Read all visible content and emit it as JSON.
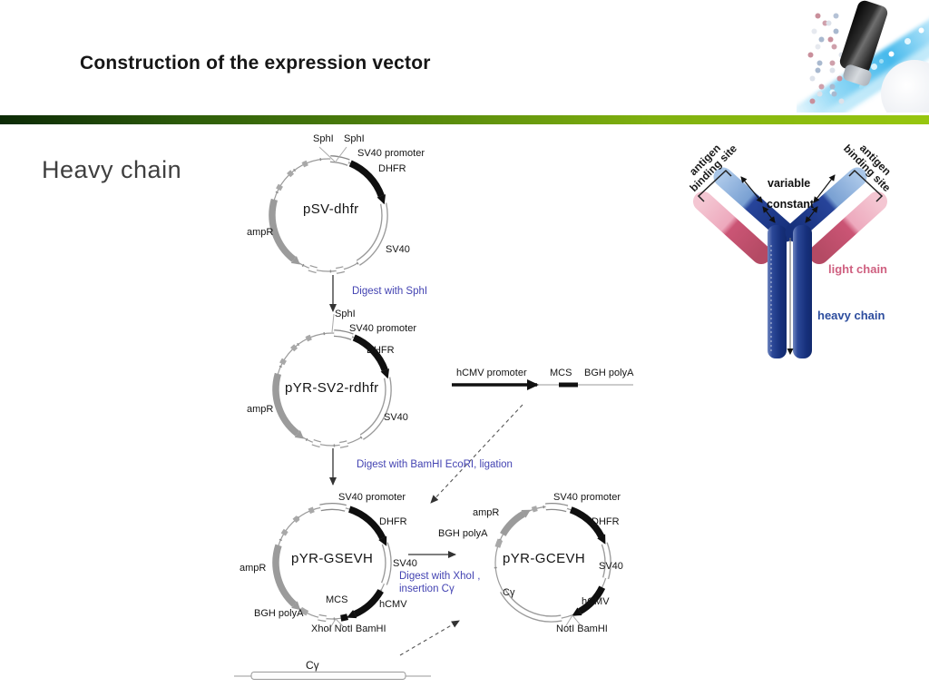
{
  "title": "Construction of the expression vector",
  "section": "Heavy chain",
  "colors": {
    "bar_gradient_left": "#0c2a06",
    "bar_gradient_right": "#97c60f",
    "step_text": "#4343b2",
    "light_chain_text": "#cf6080",
    "heavy_chain_text": "#2d4d9e",
    "arc_black": "#111111",
    "arc_gray": "#9b9b9b"
  },
  "plasmid1": {
    "name": "pSV-dhfr",
    "site1": "SphI",
    "site2": "SphI",
    "sv40_promoter": "SV40 promoter",
    "dhfr": "DHFR",
    "ampr": "ampR",
    "sv40": "SV40"
  },
  "step1": "Digest with SphI",
  "plasmid2": {
    "name": "pYR-SV2-rdhfr",
    "site": "SphI",
    "sv40_promoter": "SV40 promoter",
    "dhfr": "DHFR",
    "ampr": "ampR",
    "sv40": "SV40"
  },
  "insert1": {
    "hcmv_promoter": "hCMV promoter",
    "mcs": "MCS",
    "bgh_polya": "BGH polyA"
  },
  "step2": "Digest with BamHI EcoRI, ligation",
  "plasmid3": {
    "name": "pYR-GSEVH",
    "sv40_promoter": "SV40 promoter",
    "dhfr": "DHFR",
    "ampr": "ampR",
    "sv40": "SV40",
    "mcs": "MCS",
    "hcmv": "hCMV",
    "bgh_polya": "BGH polyA",
    "sites": "XhoI NotI BamHI"
  },
  "step3_line1": "Digest with XhoI ,",
  "step3_line2": "insertion Cγ",
  "plasmid4": {
    "name": "pYR-GCEVH",
    "sv40_promoter": "SV40 promoter",
    "ampr": "ampR",
    "dhfr": "DHFR",
    "bgh_polya": "BGH polyA",
    "sv40": "SV40",
    "cgamma": "Cγ",
    "hcmv": "hCMV",
    "sites": "NotI  BamHI"
  },
  "insert2": {
    "label": "Cγ"
  },
  "antibody": {
    "variable": "variable",
    "constant": "constant",
    "light_chain": "light chain",
    "heavy_chain": "heavy chain",
    "antigen_line1": "antigen",
    "antigen_line2": "binding site"
  }
}
